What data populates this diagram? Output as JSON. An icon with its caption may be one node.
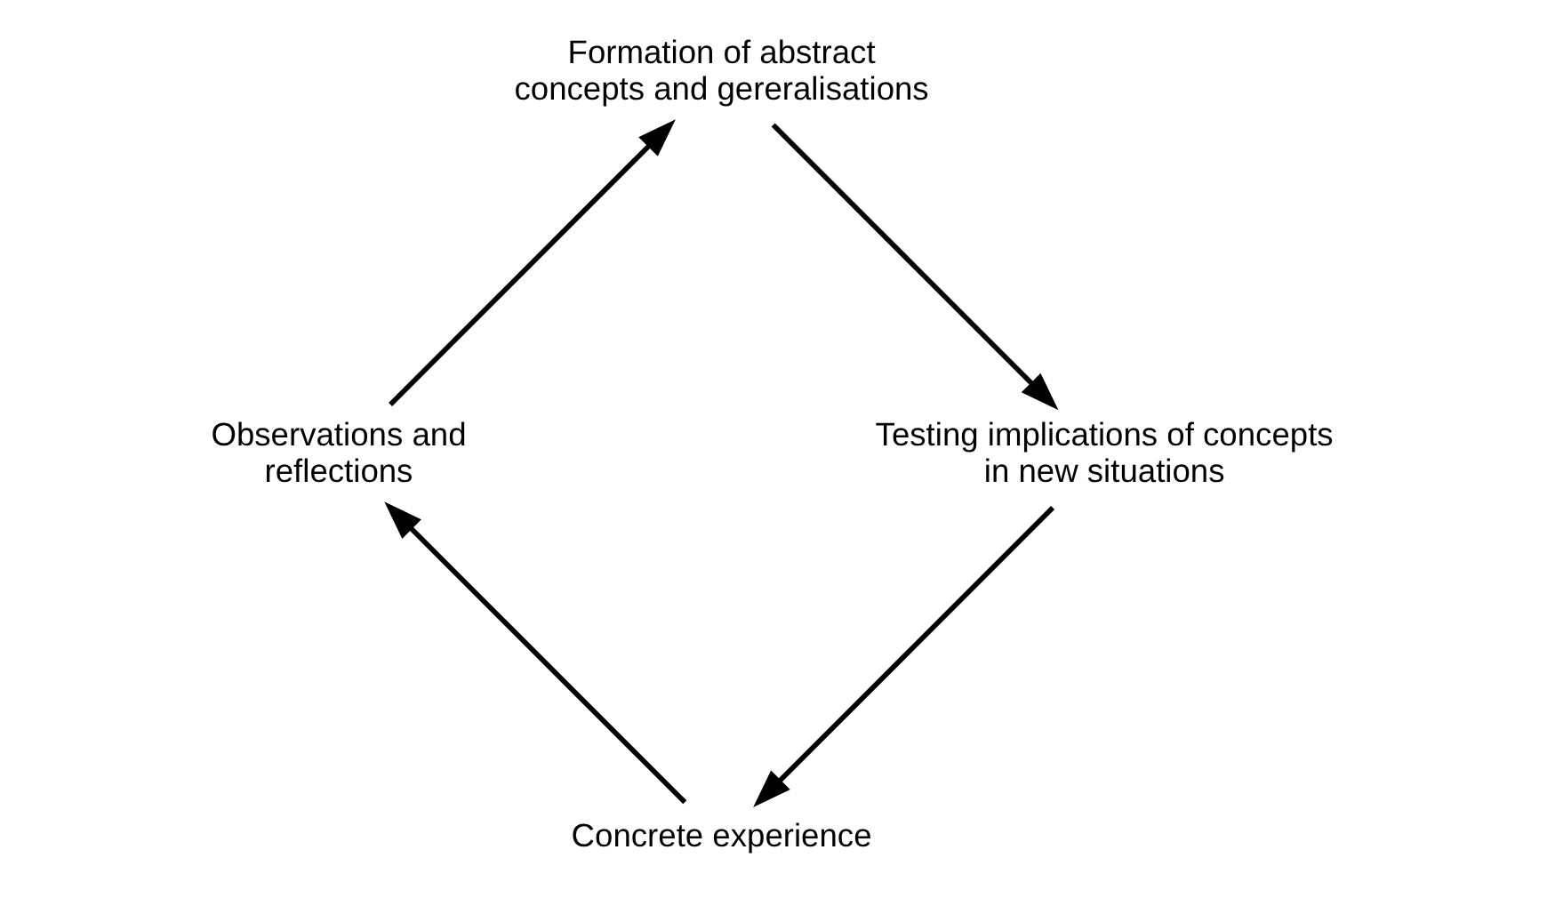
{
  "diagram": {
    "nodes": [
      {
        "text": [
          "Concrete experience"
        ]
      },
      {
        "text": [
          "Observations and reflections"
        ]
      },
      {
        "text": [
          "Formation of abstract concepts and gereralisations"
        ]
      },
      {
        "text": [
          "Testing implications of concepts in new situations"
        ]
      }
    ],
    "edges": [
      {
        "from": 0,
        "to": 1,
        "arrow": "to"
      },
      {
        "from": 1,
        "to": 2,
        "arrow": "to"
      },
      {
        "from": 2,
        "to": 3,
        "arrow": "to"
      },
      {
        "from": 3,
        "to": 0,
        "arrow": "to"
      }
    ]
  }
}
